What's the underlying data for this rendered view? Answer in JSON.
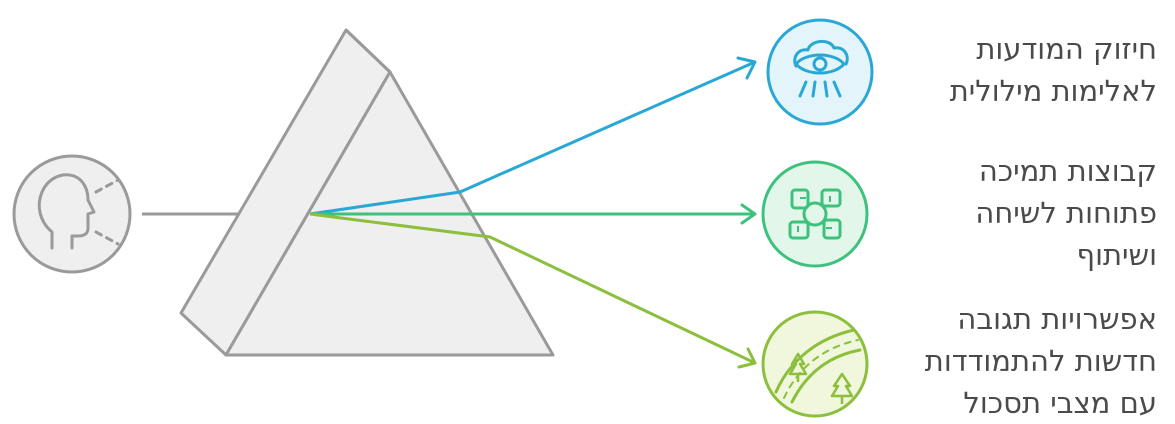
{
  "diagram": {
    "items": [
      {
        "key": "awareness",
        "icon": "eye-cloud-icon",
        "color": "#29a8d6",
        "fill": "#e4f4fb",
        "lines": [
          "חיזוק המודעות",
          "לאלימות מילולית"
        ]
      },
      {
        "key": "support",
        "icon": "hands-circle-icon",
        "color": "#3dc27d",
        "fill": "#e3f6ea",
        "lines": [
          "קבוצות תמיכה",
          "פתוחות לשיחה",
          "ושיתוף"
        ]
      },
      {
        "key": "response",
        "icon": "road-trees-icon",
        "color": "#8bbf3c",
        "fill": "#f0f7dd",
        "lines": [
          "אפשרויות תגובה",
          "חדשות להתמודדות",
          "עם מצבי תסכול"
        ]
      }
    ],
    "source_icon": "head-speaking-icon",
    "neutral_color": "#9a9a9a",
    "prism_fill": "#efefef"
  }
}
